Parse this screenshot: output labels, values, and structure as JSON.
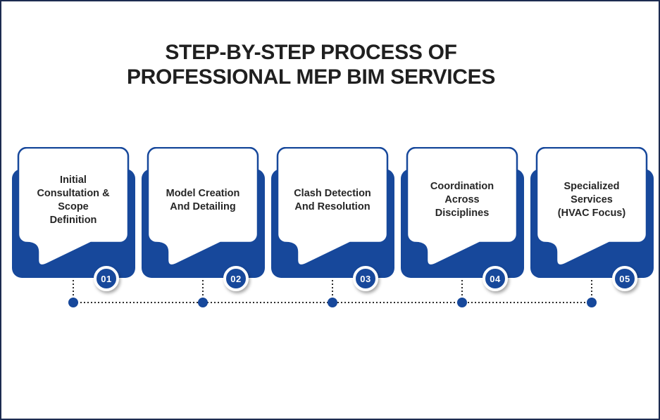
{
  "title": {
    "lines": [
      "STEP-BY-STEP PROCESS OF",
      "PROFESSIONAL MEP BIM SERVICES"
    ]
  },
  "colors": {
    "primary_blue": "#17489b",
    "frame_navy": "#1c2b50",
    "text_dark": "#1f1f1f",
    "dotted_line": "#2e2e2e",
    "bubble_fill": "#ffffff",
    "badge_text": "#ffffff"
  },
  "steps": [
    {
      "number": "01",
      "lines": [
        "Initial",
        "Consultation &",
        "Scope",
        "Definition"
      ]
    },
    {
      "number": "02",
      "lines": [
        "Model Creation",
        "And Detailing"
      ]
    },
    {
      "number": "03",
      "lines": [
        "Clash Detection",
        "And Resolution"
      ]
    },
    {
      "number": "04",
      "lines": [
        "Coordination",
        "Across",
        "Disciplines"
      ]
    },
    {
      "number": "05",
      "lines": [
        "Specialized",
        "Services",
        "(HVAC Focus)"
      ]
    }
  ]
}
